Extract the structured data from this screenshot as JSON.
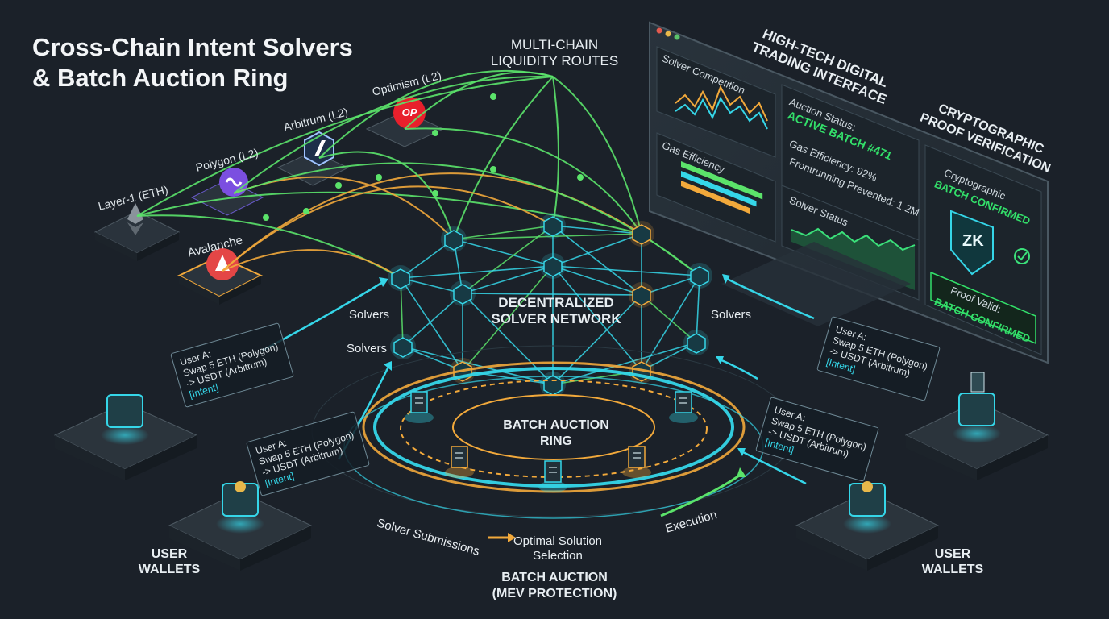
{
  "title": {
    "line1": "Cross-Chain Intent Solvers",
    "line2": "& Batch Auction Ring"
  },
  "routes_label": {
    "line1": "MULTI-CHAIN",
    "line2": "LIQUIDITY ROUTES"
  },
  "chains": {
    "l1": "Layer-1 (ETH)",
    "polygon": "Polygon (L2)",
    "arbitrum": "Arbitrum (L2)",
    "optimism": "Optimism (L2)",
    "avalanche": "Avalanche",
    "op_badge": "OP"
  },
  "network": {
    "line1": "DECENTRALIZED",
    "line2": "SOLVER NETWORK"
  },
  "solvers": {
    "left_upper": "Solvers",
    "left_lower": "Solvers",
    "right": "Solvers"
  },
  "ring": {
    "line1": "BATCH AUCTION",
    "line2": "RING"
  },
  "flow": {
    "submissions": "Solver Submissions",
    "selection_line1": "Optimal Solution",
    "selection_line2": "Selection",
    "execution": "Execution"
  },
  "bottom": {
    "line1": "BATCH AUCTION",
    "line2": "(MEV PROTECTION)"
  },
  "wallets": {
    "left_line1": "USER",
    "left_line2": "WALLETS",
    "right_line1": "USER",
    "right_line2": "WALLETS"
  },
  "intents": [
    {
      "l1": "User A:",
      "l2": "Swap 5 ETH (Polygon)",
      "l3": "-> USDT (Arbitrum)",
      "tag": "[Intent]"
    },
    {
      "l1": "User A:",
      "l2": "Swap 5 ETH (Polygon)",
      "l3": "-> USDT (Arbitrum)",
      "tag": "[Intent]"
    },
    {
      "l1": "User A:",
      "l2": "Swap 5 ETH (Polygon)",
      "l3": "-> USDT (Arbitrum)",
      "tag": "[Intent]"
    },
    {
      "l1": "User A:",
      "l2": "Swap 5 ETH (Polygon)",
      "l3": "-> USDT (Arbitrum)",
      "tag": "[Intent]"
    }
  ],
  "dashboard": {
    "header_line1": "HIGH-TECH DIGITAL",
    "header_line2": "TRADING INTERFACE",
    "solver_competition": "Solver Competition",
    "gas_efficiency_title": "Gas Efficiency",
    "auction_status_label": "Auction Status:",
    "auction_status_value": "ACTIVE BATCH #471",
    "gas_efficiency_stat": "Gas Efficiency: 92%",
    "frontrunning": "Frontrunning Prevented: 1.2M",
    "solver_status": "Solver Status",
    "crypto_header_line1": "CRYPTOGRAPHIC",
    "crypto_header_line2": "PROOF VERIFICATION",
    "crypto_title": "Cryptographic",
    "batch_confirmed": "BATCH CONFIRMED",
    "zk": "ZK",
    "proof_valid": "Proof Valid:",
    "proof_confirmed": "BATCH CONFIRMED",
    "gas_bar_levels": [
      0.92,
      0.85,
      0.78
    ]
  },
  "colors": {
    "background": "#1b2129",
    "cyan": "#35d6e8",
    "orange": "#f2a93b",
    "green": "#5be36a",
    "panel": "#222b33"
  }
}
